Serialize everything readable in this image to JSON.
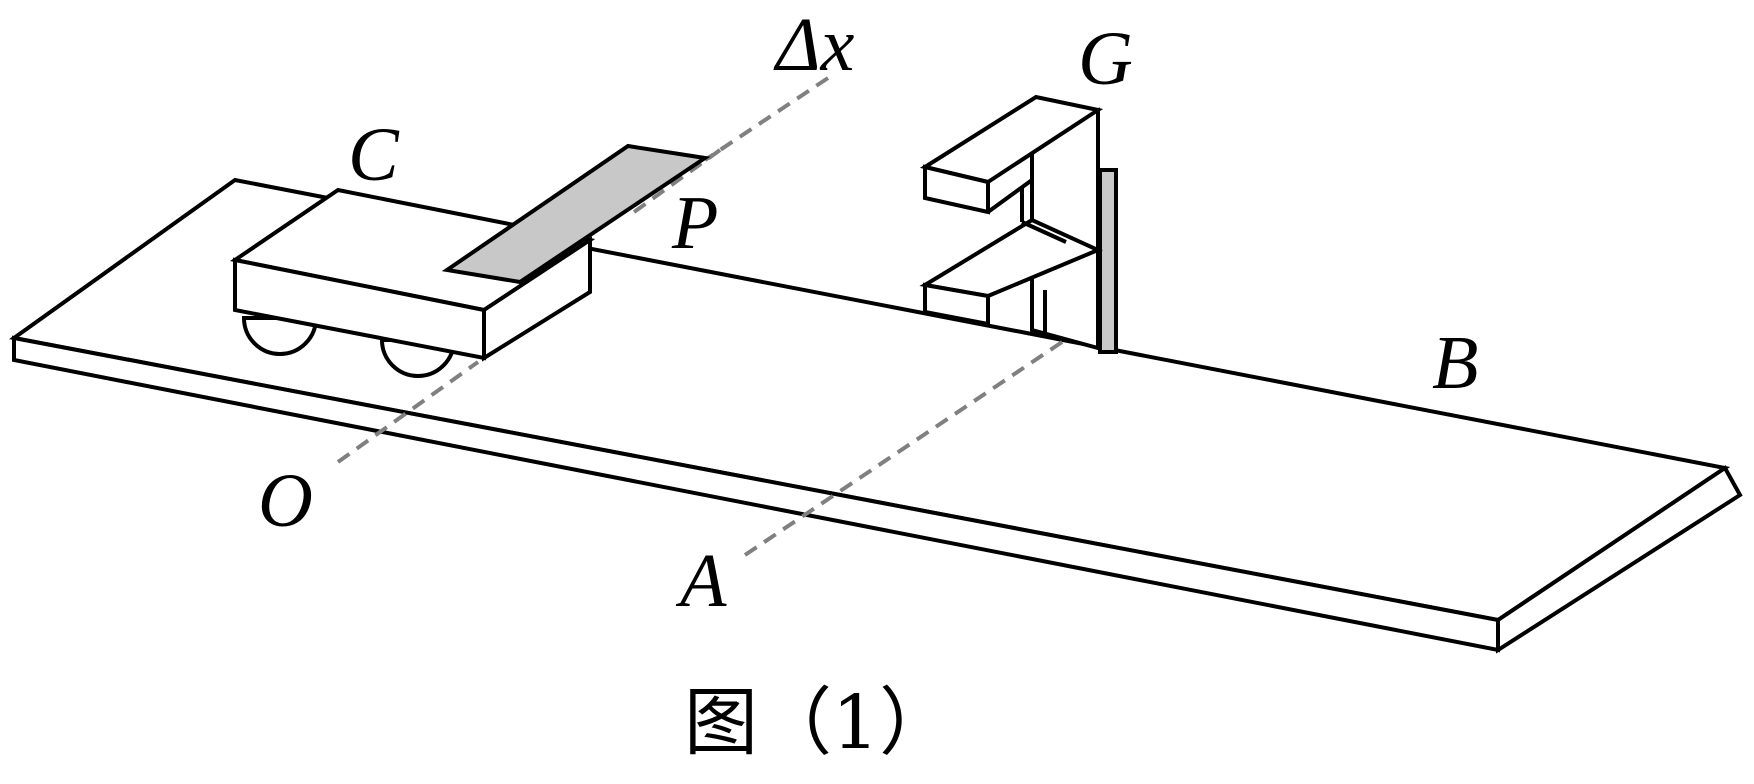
{
  "labels": {
    "point_o": "O",
    "point_a": "A",
    "point_b": "B",
    "point_c": "C",
    "point_p": "P",
    "point_g": "G",
    "delta_x": "Δx"
  },
  "caption": "图（1）",
  "colors": {
    "stroke": "#000000",
    "shading": "#c8c8c8",
    "dashed_line": "#808080"
  }
}
